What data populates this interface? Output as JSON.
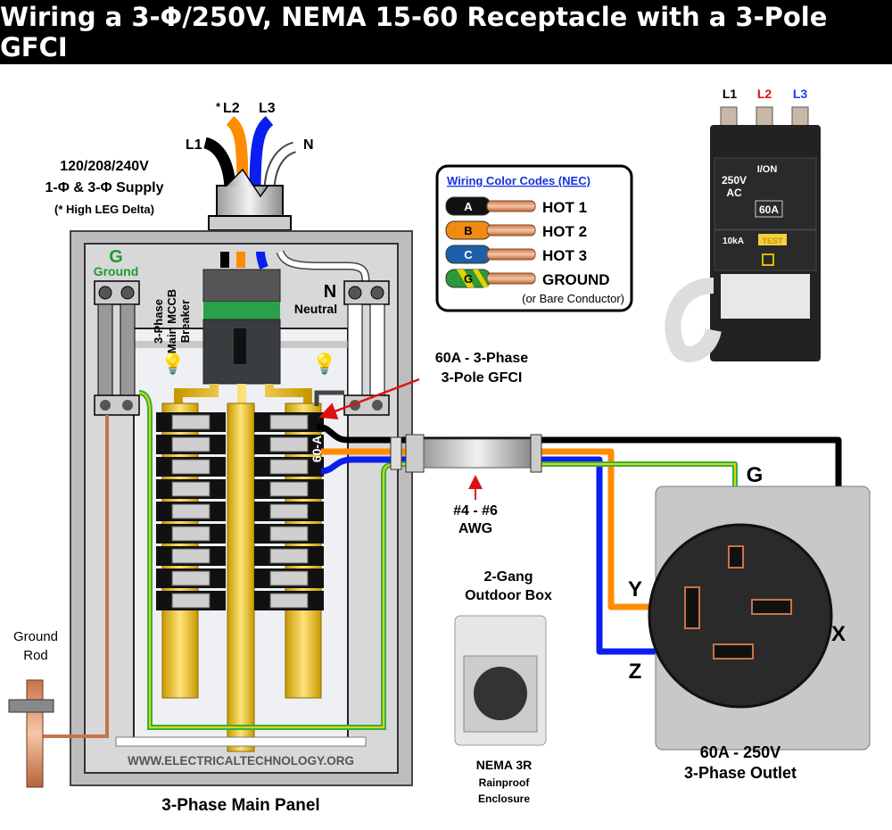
{
  "title": "Wiring a 3-Φ/250V, NEMA 15-60 Receptacle with a 3-Pole GFCI",
  "supply": {
    "l1": "L1",
    "l2": "L2",
    "l2_mark": "*",
    "l3": "L3",
    "n": "N",
    "line1": "120/208/240V",
    "line2": "1-Φ & 3-Φ Supply",
    "line3": "(* High LEG Delta)"
  },
  "panel": {
    "ground_letter": "G",
    "ground_label": "Ground",
    "neutral_letter": "N",
    "neutral_label": "Neutral",
    "mccb_line1": "3-Phase",
    "mccb_line2": "Main MCCB",
    "mccb_line3": "Breaker",
    "gfci_rating": "60-A",
    "website": "WWW.ELECTRICALTECHNOLOGY.ORG",
    "caption": "3-Phase Main Panel"
  },
  "ground_rod": {
    "line1": "Ground",
    "line2": "Rod"
  },
  "legend": {
    "title": "Wiring Color Codes (NEC)",
    "items": [
      {
        "letter": "A",
        "label": "HOT 1",
        "color": "#111111"
      },
      {
        "letter": "B",
        "label": "HOT 2",
        "color": "#f28a12"
      },
      {
        "letter": "C",
        "label": "HOT 3",
        "color": "#1d5fa8"
      },
      {
        "letter": "G",
        "label": "GROUND",
        "color": "#2a9a3a"
      }
    ],
    "note": "(or Bare Conductor)"
  },
  "gfci_callout": {
    "line1": "60A - 3-Phase",
    "line2": "3-Pole GFCI"
  },
  "gfci_breaker": {
    "l1": "L1",
    "l2": "L2",
    "l3": "L3",
    "voltage": "250V",
    "ac": "AC",
    "on": "I/ON",
    "amps": "60A",
    "ka": "10kA",
    "test": "TEST"
  },
  "wire_size": {
    "line1": "#4 - #6",
    "line2": "AWG"
  },
  "outdoor_box": {
    "line1": "2-Gang",
    "line2": "Outdoor Box",
    "cap1": "NEMA 3R",
    "cap2": "Rainproof",
    "cap3": "Enclosure"
  },
  "outlet": {
    "g": "G",
    "x": "X",
    "y": "Y",
    "z": "Z",
    "line1": "60A - 250V",
    "line2": "3-Phase Outlet"
  },
  "colors": {
    "black": "#000000",
    "orange": "#ff8c00",
    "blue": "#0a1ef0",
    "green": "#2db34a",
    "yellow": "#e8d000",
    "red": "#e01010",
    "l2_label": "#e01010",
    "l3_label": "#1a3ee0",
    "legend_title": "#1530e0",
    "ground_label": "#1e9a2e"
  }
}
